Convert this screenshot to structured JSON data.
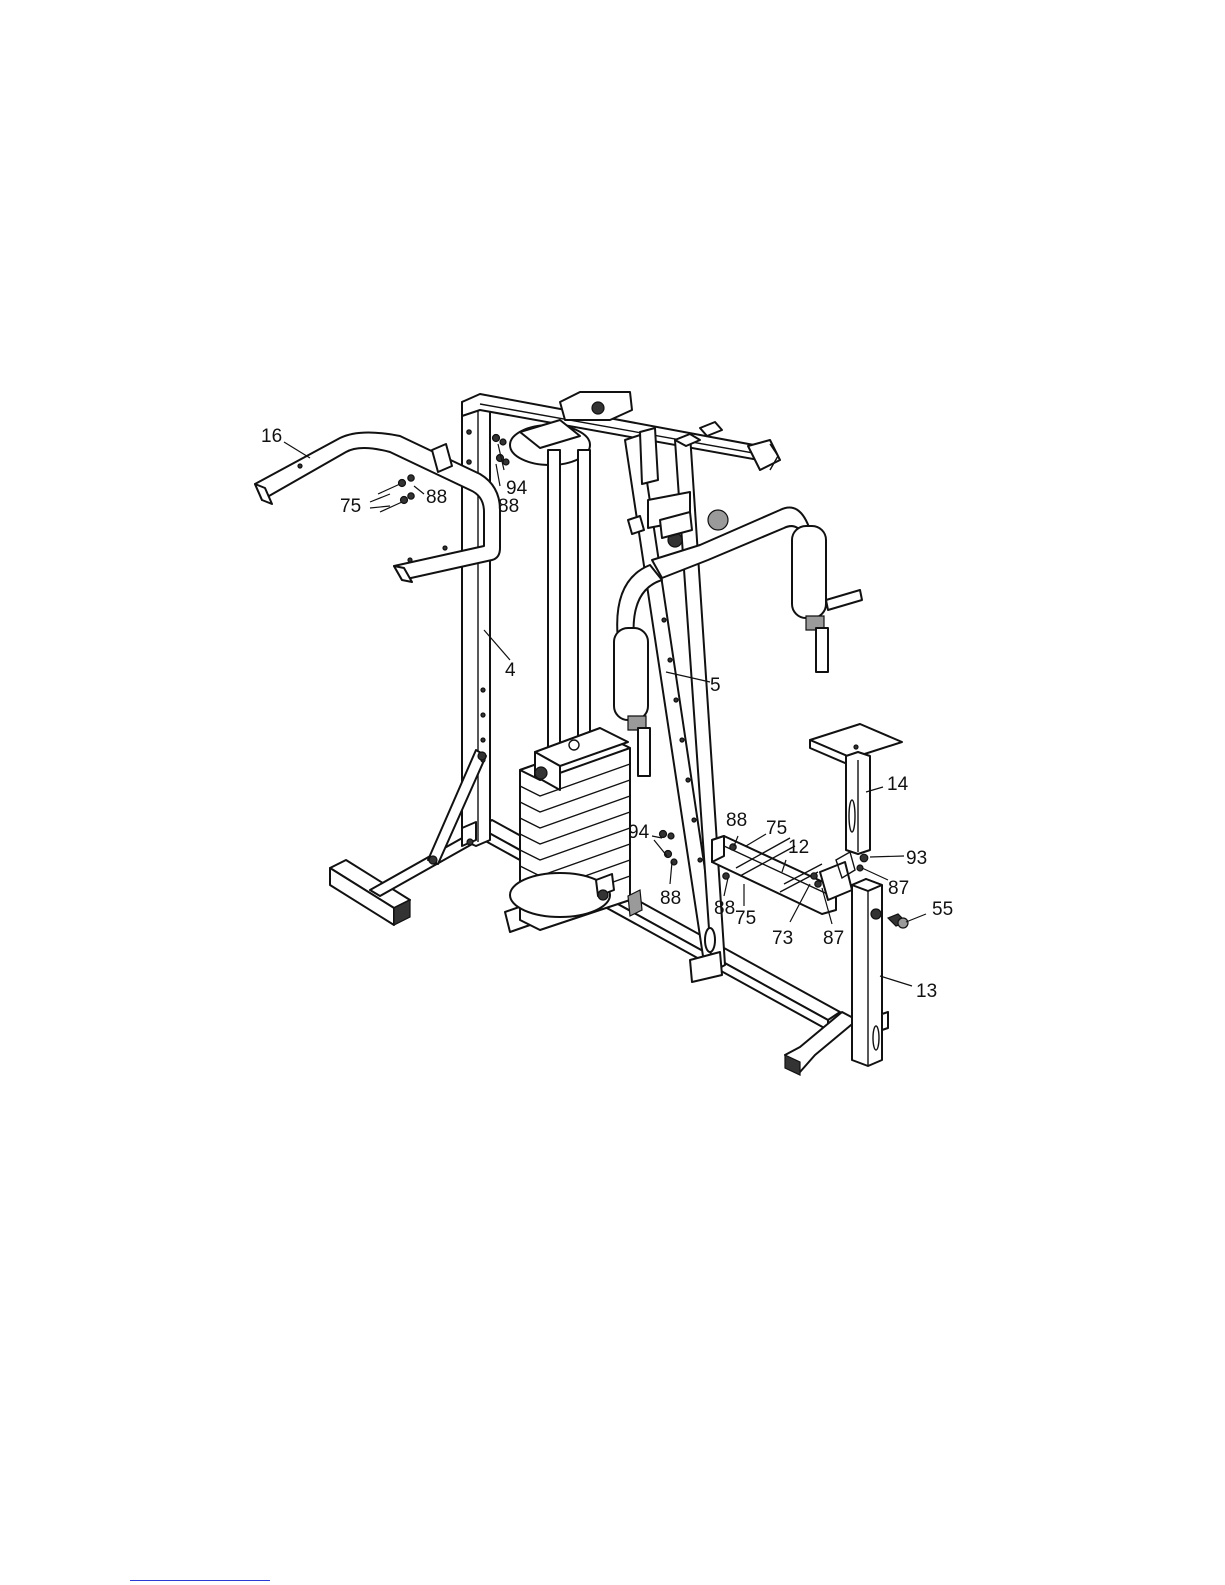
{
  "diagram": {
    "labels": [
      {
        "id": "16",
        "text": "16"
      },
      {
        "id": "75a",
        "text": "75"
      },
      {
        "id": "88a",
        "text": "88"
      },
      {
        "id": "94a",
        "text": "94"
      },
      {
        "id": "88b",
        "text": "88"
      },
      {
        "id": "4",
        "text": "4"
      },
      {
        "id": "5",
        "text": "5"
      },
      {
        "id": "14",
        "text": "14"
      },
      {
        "id": "88c",
        "text": "88"
      },
      {
        "id": "75b",
        "text": "75"
      },
      {
        "id": "12",
        "text": "12"
      },
      {
        "id": "94b",
        "text": "94"
      },
      {
        "id": "93",
        "text": "93"
      },
      {
        "id": "87a",
        "text": "87"
      },
      {
        "id": "88d",
        "text": "88"
      },
      {
        "id": "88e",
        "text": "88"
      },
      {
        "id": "75c",
        "text": "75"
      },
      {
        "id": "73",
        "text": "73"
      },
      {
        "id": "87b",
        "text": "87"
      },
      {
        "id": "55",
        "text": "55"
      },
      {
        "id": "13",
        "text": "13"
      }
    ]
  }
}
